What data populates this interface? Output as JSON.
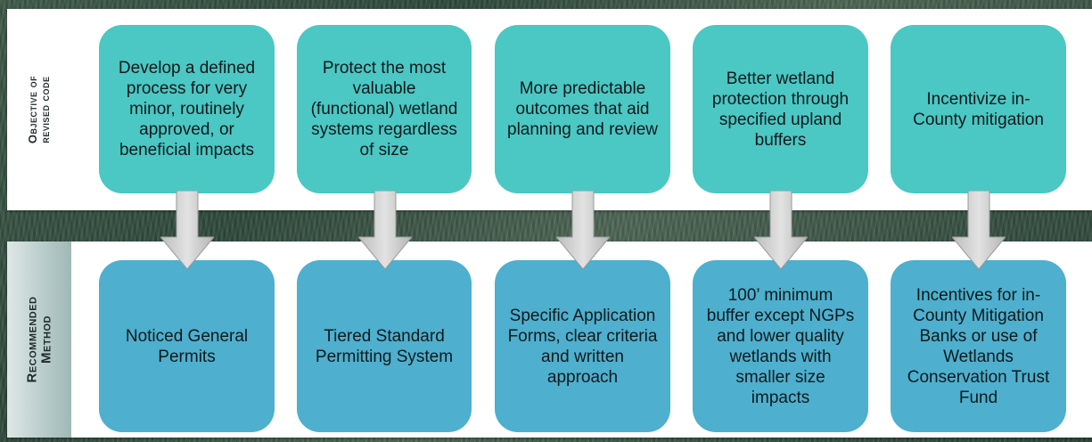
{
  "colors": {
    "objective_box": "#4bc7c4",
    "method_box": "#4eafcf",
    "arrow": "#d0d0d0"
  },
  "sections": {
    "objective": {
      "line1": "Objective of",
      "line2": "revised code"
    },
    "method": {
      "line1": "Recommended",
      "line2": "Method"
    }
  },
  "objectives": [
    "Develop a defined process for very minor, routinely approved, or beneficial impacts",
    "Protect the most valuable (functional) wetland systems regardless of size",
    "More predictable outcomes that aid planning and review",
    "Better wetland protection through specified upland buffers",
    "Incentivize in-County mitigation"
  ],
  "methods": [
    "Noticed General Permits",
    "Tiered Standard Permitting System",
    "Specific Application Forms, clear criteria and written approach",
    "100’ minimum buffer except NGPs and lower quality wetlands with smaller size impacts",
    "Incentives for in-County Mitigation Banks or use of Wetlands Conservation Trust Fund"
  ]
}
